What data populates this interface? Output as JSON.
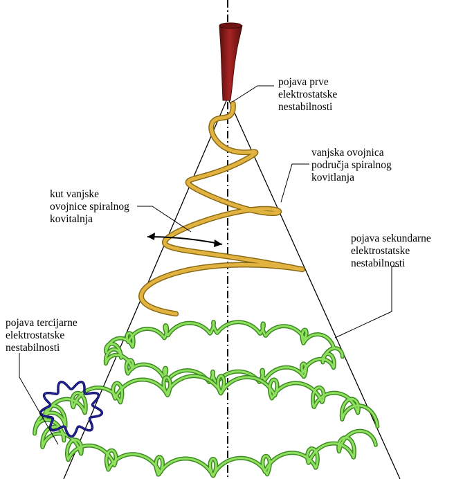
{
  "labels": {
    "primary": [
      "pojava prve",
      "elektrostatske",
      "nestabilnosti"
    ],
    "envelope": [
      "vanjska ovojnica",
      "područja spiralnog",
      "kovitlanja"
    ],
    "angle": [
      "kut vanjske",
      "ovojnice spiralnog",
      "kovitalnja"
    ],
    "secondary": [
      "pojava sekundarne",
      "elektrostatske",
      "nestabilnosti"
    ],
    "tertiary": [
      "pojava tercijarne",
      "elektrostatske",
      "nestabilnosti"
    ]
  },
  "colors": {
    "nozzle": "#8b1a1a",
    "primary_spiral": "#e2b340",
    "primary_spiral_dark": "#8a6a14",
    "secondary_coil": "#90e060",
    "secondary_coil_dark": "#3c8a22",
    "tertiary_coil": "#2a2aa8",
    "lines": "#000000"
  }
}
